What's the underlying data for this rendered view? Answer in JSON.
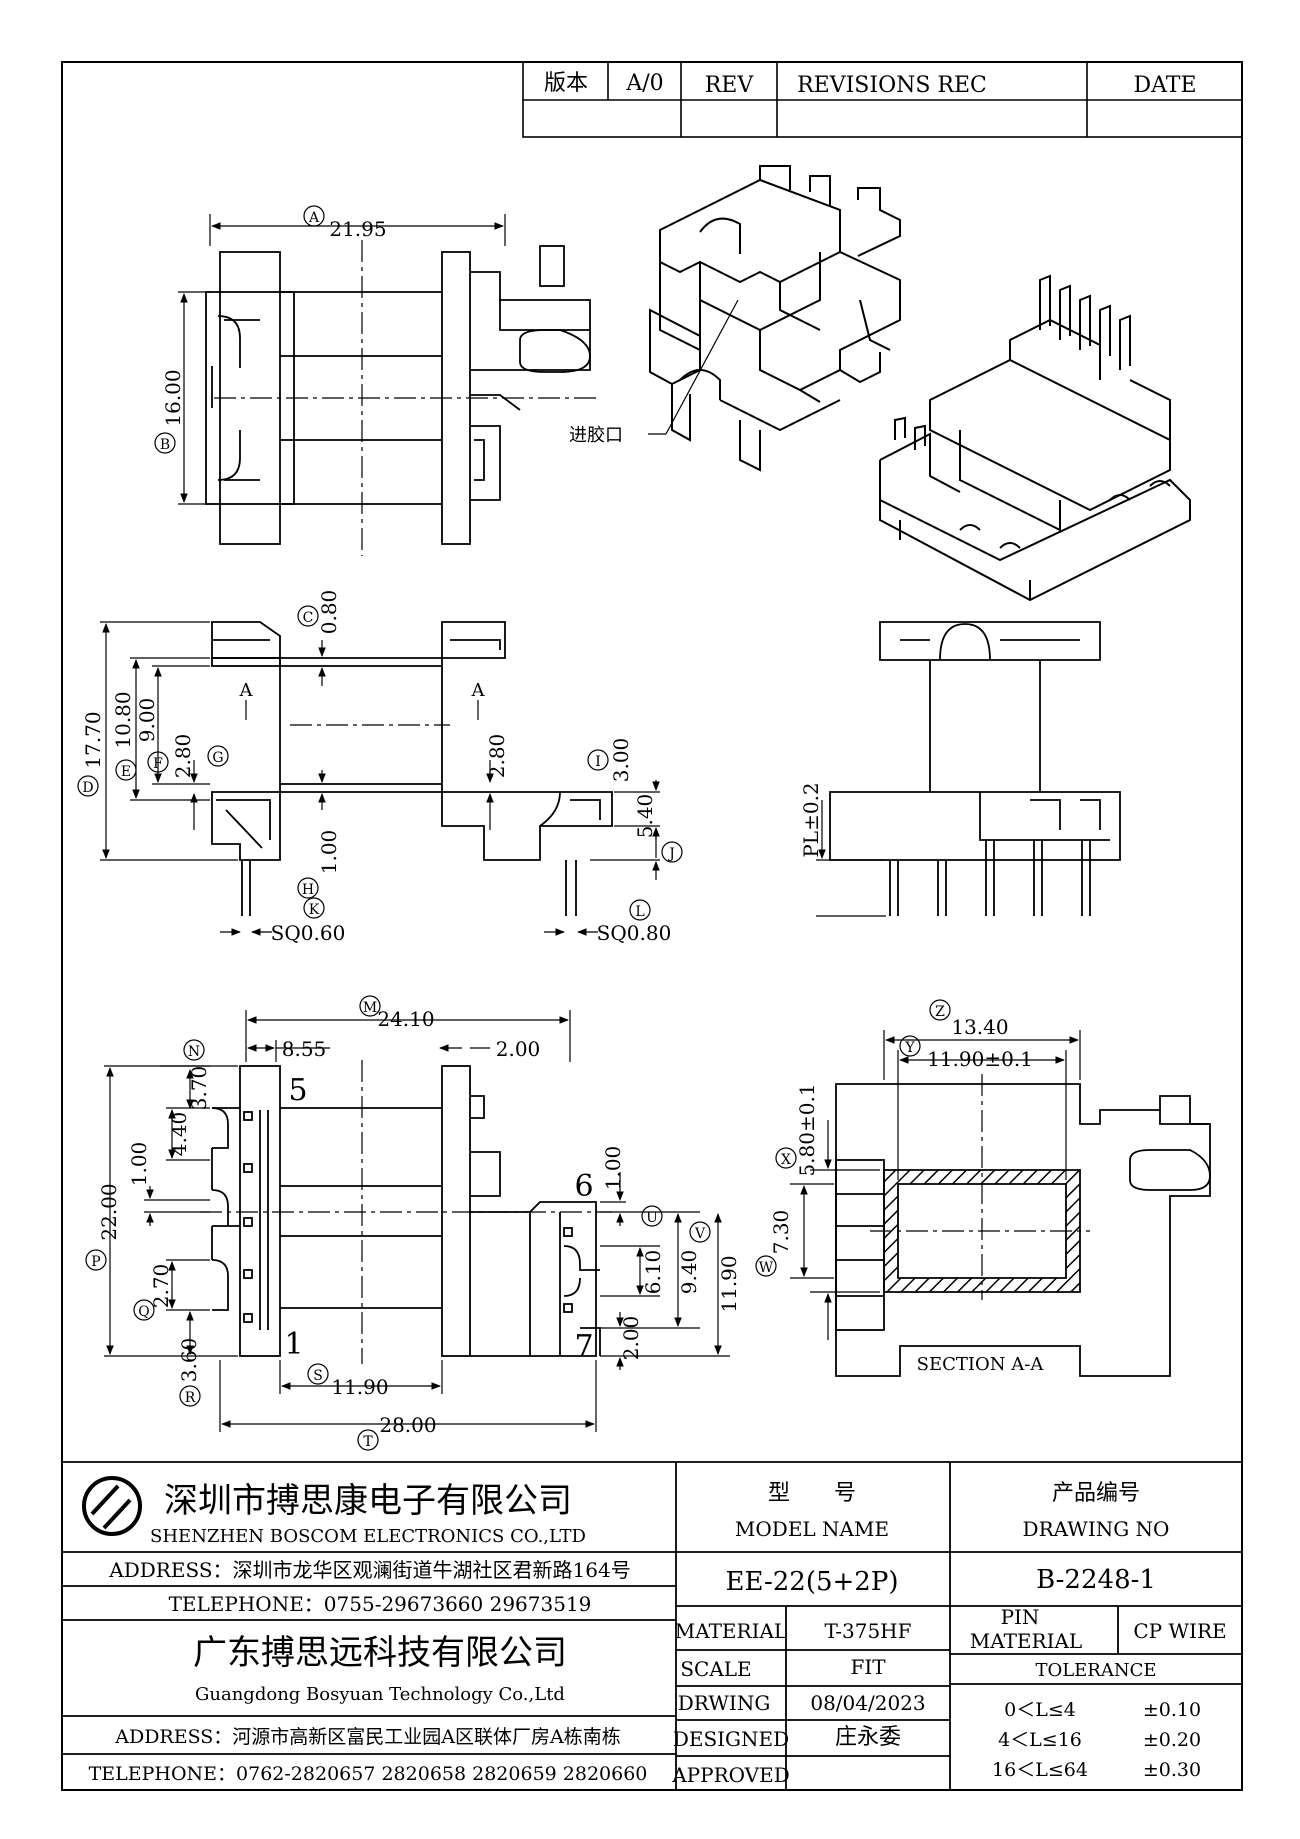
{
  "revision_block": {
    "version_label": "版本",
    "version_value": "A/0",
    "rev_label": "REV",
    "revisions_label": "REVISIONS REC",
    "date_label": "DATE"
  },
  "top_view": {
    "dim_a_tag": "A",
    "dim_a": "21.95",
    "dim_b_tag": "B",
    "dim_b": "16.00"
  },
  "iso_view": {
    "gate_label": "进胶口"
  },
  "side_view": {
    "section_mark": "A",
    "dim_c_tag": "C",
    "dim_c": "0.80",
    "dim_d_tag": "D",
    "dim_d": "17.70",
    "dim_e_tag": "E",
    "dim_e": "10.80",
    "dim_f_tag": "F",
    "dim_f": "9.00",
    "dim_g_tag": "G",
    "dim_g": "2.80",
    "dim_mid": "2.80",
    "dim_h_tag": "H",
    "dim_h": "1.00",
    "dim_i_tag": "I",
    "dim_i": "3.00",
    "dim_j_tag": "J",
    "dim_j": "5.40",
    "dim_k_tag": "K",
    "dim_k": "SQ0.60",
    "dim_l_tag": "L",
    "dim_l": "SQ0.80"
  },
  "front_view": {
    "dim_pl": "PL±0.2"
  },
  "bottom_view": {
    "dim_m_tag": "M",
    "dim_m": "24.10",
    "dim_855": "8.55",
    "dim_200": "2.00",
    "dim_n_tag": "N",
    "dim_n": "3.70",
    "dim_440": "4.40",
    "dim_100a": "1.00",
    "dim_p_tag": "P",
    "dim_p": "22.00",
    "dim_q_tag": "Q",
    "dim_q": "2.70",
    "dim_r_tag": "R",
    "dim_r": "3.60",
    "dim_s_tag": "S",
    "dim_s": "11.90",
    "dim_t_tag": "T",
    "dim_t": "28.00",
    "pin5": "5",
    "pin1": "1",
    "pin6": "6",
    "pin7": "7",
    "dim_100b": "1.00",
    "dim_u_tag": "U",
    "dim_610": "6.10",
    "dim_v_tag": "V",
    "dim_940": "9.40",
    "dim_1190": "11.90",
    "dim_200b": "2.00"
  },
  "section_view": {
    "dim_z_tag": "Z",
    "dim_z": "13.40",
    "dim_y_tag": "Y",
    "dim_y": "11.90±0.1",
    "dim_x_tag": "X",
    "dim_x": "5.80±0.1",
    "dim_w_tag": "W",
    "dim_w": "7.30",
    "label": "SECTION A-A"
  },
  "title_block": {
    "company_cn": "深圳市搏思康电子有限公司",
    "company_en": "SHENZHEN BOSCOM ELECTRONICS CO.,LTD",
    "address1": "ADDRESS：深圳市龙华区观澜街道牛湖社区君新路164号",
    "telephone1": "TELEPHONE：0755-29673660 29673519",
    "company2_cn": "广东搏思远科技有限公司",
    "company2_en": "Guangdong Bosyuan Technology Co.,Ltd",
    "address2": "ADDRESS：河源市高新区富民工业园A区联体厂房A栋南栋",
    "telephone2": "TELEPHONE：0762-2820657 2820658 2820659 2820660",
    "model_label_cn": "型　　号",
    "model_label_en": "MODEL NAME",
    "model_value": "EE-22(5+2P)",
    "drawing_label_cn": "产品编号",
    "drawing_label_en": "DRAWING NO",
    "drawing_value": "B-2248-1",
    "material_label": "MATERIAL",
    "material_value": "T-375HF",
    "pin_material_label1": "PIN",
    "pin_material_label2": "MATERIAL",
    "pin_material_value": "CP WIRE",
    "scale_label": "SCALE",
    "scale_value": "FIT",
    "tolerance_label": "TOLERANCE",
    "drawing_date_label": "DRWING",
    "drawing_date_value": "08/04/2023",
    "designed_label": "DESIGNED",
    "designed_value": "庄永委",
    "approved_label": "APPROVED",
    "tol1_range": "0＜L≤4",
    "tol1_value": "±0.10",
    "tol2_range": "4＜L≤16",
    "tol2_value": "±0.20",
    "tol3_range": "16＜L≤64",
    "tol3_value": "±0.30"
  }
}
